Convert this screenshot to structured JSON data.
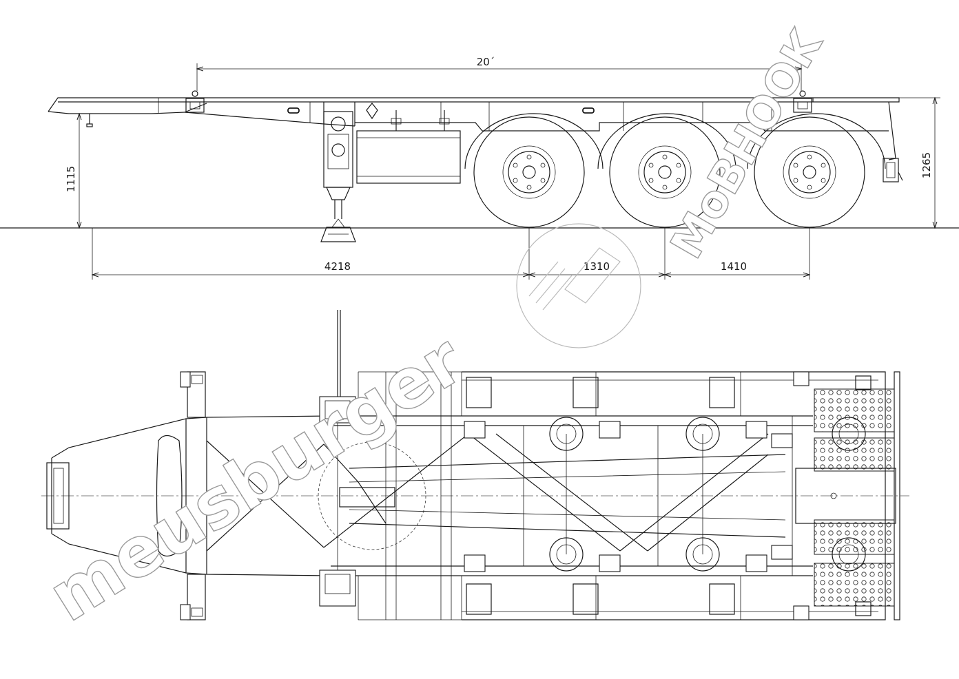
{
  "dimensions": {
    "container_length": "20´",
    "front_height": "1115",
    "rear_height": "1265",
    "kingpin_to_axle": "4218",
    "axle_spacing": "1310",
    "axle_spacing_rear": "1410"
  },
  "watermarks": {
    "brand_diagonal": "meusburger",
    "brand_vertical": "MoBHOOK"
  },
  "colors": {
    "line": "#1a1a1a",
    "background": "#ffffff",
    "watermark": "#9a9a9a"
  }
}
